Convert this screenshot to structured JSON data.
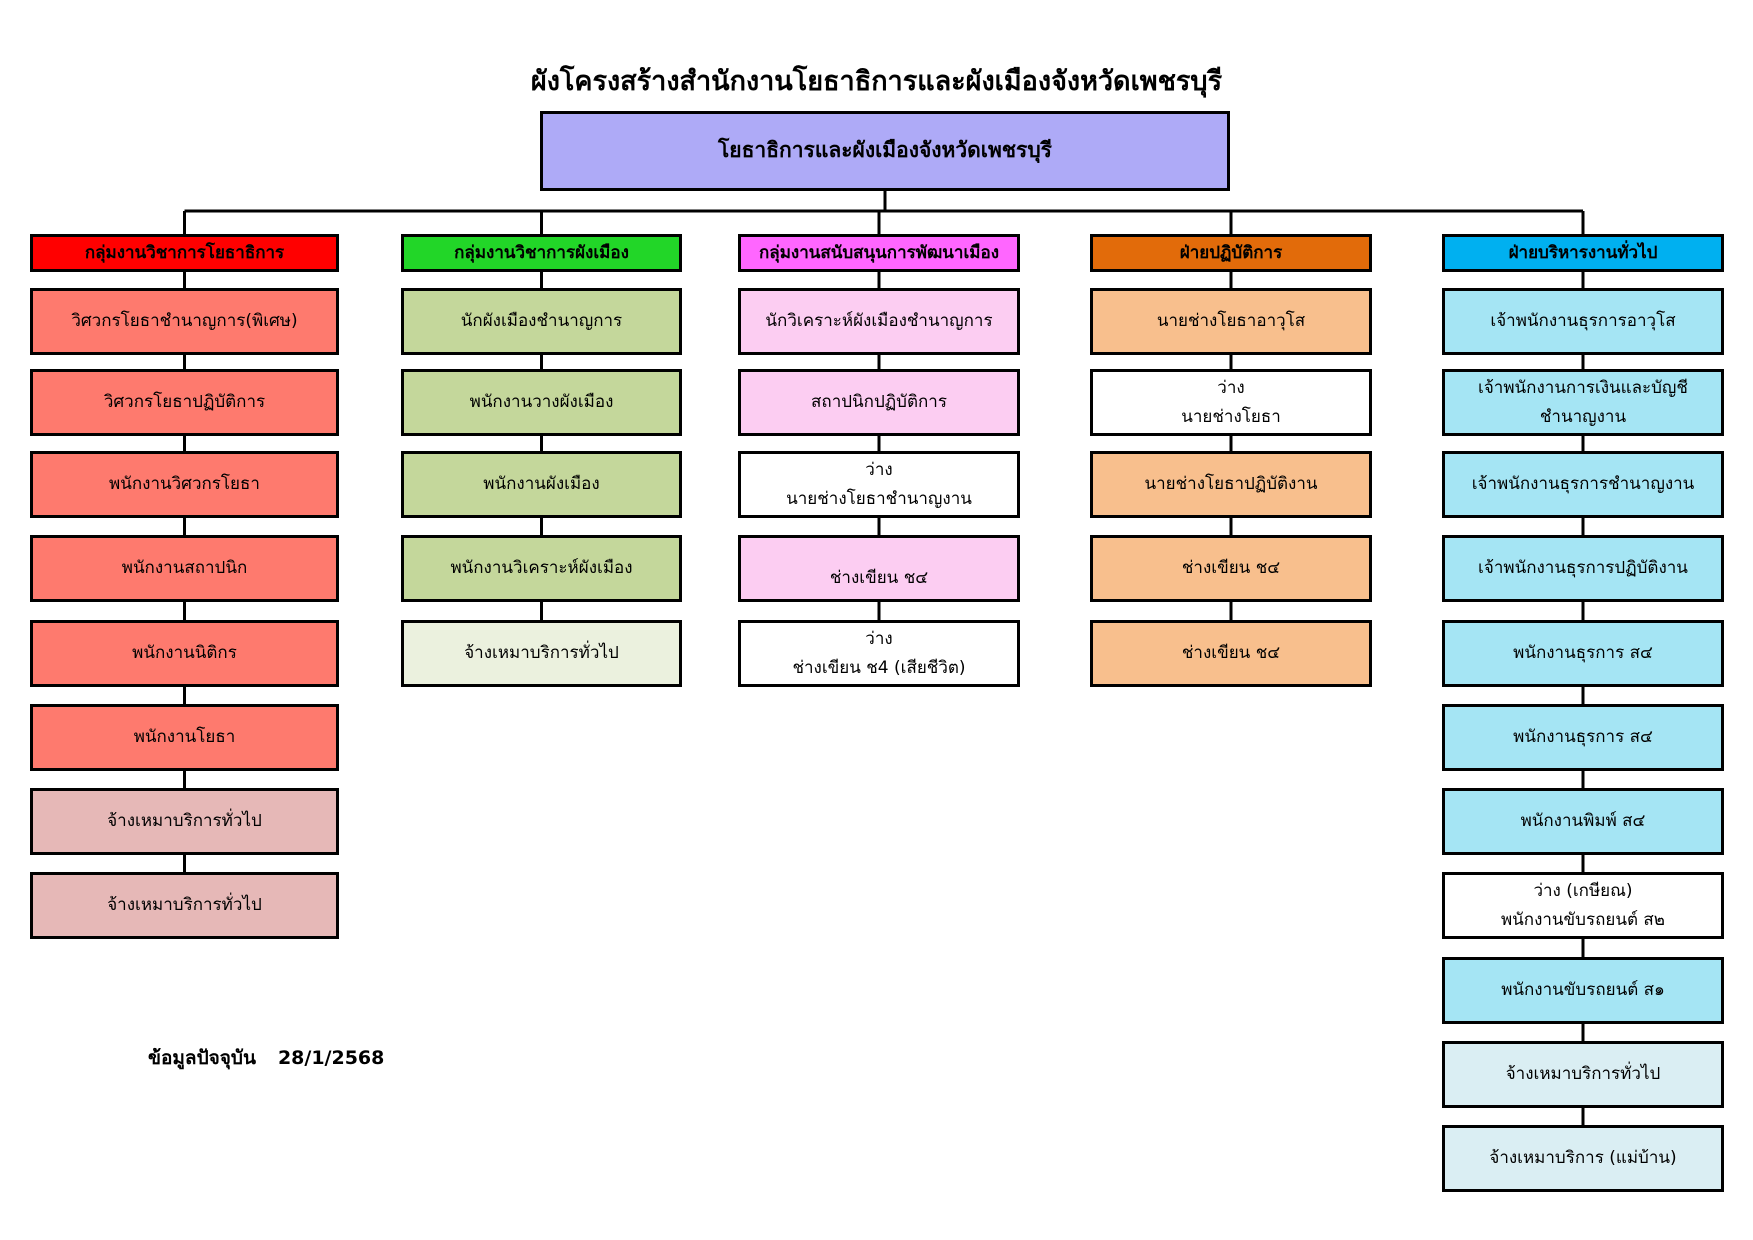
{
  "title": "ผังโครงสร้างสำนักงานโยธาธิการและผังเมืองจังหวัดเพชรบุรี",
  "root": {
    "label": "โยธาธิการและผังเมืองจังหวัดเพชรบุรี",
    "color": "#aeaaf7"
  },
  "groups": [
    {
      "key": "g1",
      "label": "กลุ่มงานวิชาการโยธาธิการ",
      "header_color": "#ff0000",
      "nodes": [
        {
          "lines": [
            "วิศวกรโยธาชำนาญการ(พิเศษ)"
          ],
          "fill": "#fe7a6e"
        },
        {
          "lines": [
            "วิศวกรโยธาปฏิบัติการ"
          ],
          "fill": "#fe7a6e"
        },
        {
          "lines": [
            "พนักงานวิศวกรโยธา"
          ],
          "fill": "#fe7a6e"
        },
        {
          "lines": [
            "พนักงานสถาปนิก"
          ],
          "fill": "#fe7a6e"
        },
        {
          "lines": [
            "พนักงานนิติกร"
          ],
          "fill": "#fe7a6e"
        },
        {
          "lines": [
            "พนักงานโยธา"
          ],
          "fill": "#fe7a6e"
        },
        {
          "lines": [
            "จ้างเหมาบริการทั่วไป"
          ],
          "fill": "#e6b8b7"
        },
        {
          "lines": [
            "จ้างเหมาบริการทั่วไป"
          ],
          "fill": "#e6b8b7"
        }
      ]
    },
    {
      "key": "g2",
      "label": "กลุ่มงานวิชาการผังเมือง",
      "header_color": "#22d628",
      "nodes": [
        {
          "lines": [
            "นักผังเมืองชำนาญการ"
          ],
          "fill": "#c4d79b"
        },
        {
          "lines": [
            "พนักงานวางผังเมือง"
          ],
          "fill": "#c4d79b"
        },
        {
          "lines": [
            "พนักงานผังเมือง"
          ],
          "fill": "#c4d79b"
        },
        {
          "lines": [
            "พนักงานวิเคราะห์ผังเมือง"
          ],
          "fill": "#c4d79b"
        },
        {
          "lines": [
            "จ้างเหมาบริการทั่วไป"
          ],
          "fill": "#ebf1de"
        }
      ]
    },
    {
      "key": "g3",
      "label": "กลุ่มงานสนับสนุนการพัฒนาเมือง",
      "header_color": "#ff66ff",
      "nodes": [
        {
          "lines": [
            "นักวิเคราะห์ผังเมืองชำนาญการ"
          ],
          "fill": "#fccdf2"
        },
        {
          "lines": [
            "สถาปนิกปฏิบัติการ"
          ],
          "fill": "#fccdf2"
        },
        {
          "lines": [
            "ว่าง",
            "นายช่างโยธาชำนาญงาน"
          ],
          "fill": "#ffffff"
        },
        {
          "lines": [
            "ช่างเขียน ช๔"
          ],
          "fill": "#fccdf2",
          "align": "bottom"
        },
        {
          "lines": [
            "ว่าง",
            "ช่างเขียน ช4  (เสียชีวิต)"
          ],
          "fill": "#ffffff"
        }
      ]
    },
    {
      "key": "g4",
      "label": "ฝ่ายปฏิบัติการ",
      "header_color": "#e26b0a",
      "nodes": [
        {
          "lines": [
            "นายช่างโยธาอาวุโส"
          ],
          "fill": "#f8bf8d"
        },
        {
          "lines": [
            "ว่าง",
            "นายช่างโยธา"
          ],
          "fill": "#ffffff"
        },
        {
          "lines": [
            "นายช่างโยธาปฏิบัติงาน"
          ],
          "fill": "#f8bf8d"
        },
        {
          "lines": [
            "ช่างเขียน ช๔"
          ],
          "fill": "#f8bf8d"
        },
        {
          "lines": [
            "ช่างเขียน ช๔"
          ],
          "fill": "#f8bf8d"
        }
      ]
    },
    {
      "key": "g5",
      "label": "ฝ่ายบริหารงานทั่วไป",
      "header_color": "#00b0f0",
      "nodes": [
        {
          "lines": [
            "เจ้าพนักงานธุรการอาวุโส"
          ],
          "fill": "#a5e5f4"
        },
        {
          "lines": [
            "เจ้าพนักงานการเงินและบัญชี",
            "ชำนาญงาน"
          ],
          "fill": "#a5e5f4"
        },
        {
          "lines": [
            "เจ้าพนักงานธุรการชำนาญงาน"
          ],
          "fill": "#a5e5f4"
        },
        {
          "lines": [
            "เจ้าพนักงานธุรการปฏิบัติงาน"
          ],
          "fill": "#a5e5f4"
        },
        {
          "lines": [
            "พนักงานธุรการ ส๔"
          ],
          "fill": "#a5e5f4"
        },
        {
          "lines": [
            "พนักงานธุรการ ส๔"
          ],
          "fill": "#a5e5f4"
        },
        {
          "lines": [
            "พนักงานพิมพ์ ส๔"
          ],
          "fill": "#a5e5f4"
        },
        {
          "lines": [
            "ว่าง  (เกษียณ)",
            "พนักงานขับรถยนต์ ส๒"
          ],
          "fill": "#ffffff"
        },
        {
          "lines": [
            "พนักงานขับรถยนต์ ส๑"
          ],
          "fill": "#a5e5f4"
        },
        {
          "lines": [
            "จ้างเหมาบริการทั่วไป"
          ],
          "fill": "#daeef3"
        },
        {
          "lines": [
            "จ้างเหมาบริการ (แม่บ้าน)"
          ],
          "fill": "#daeef3"
        }
      ]
    }
  ],
  "note": {
    "label": "ข้อมูลปัจจุบัน",
    "date": "28/1/2568"
  }
}
